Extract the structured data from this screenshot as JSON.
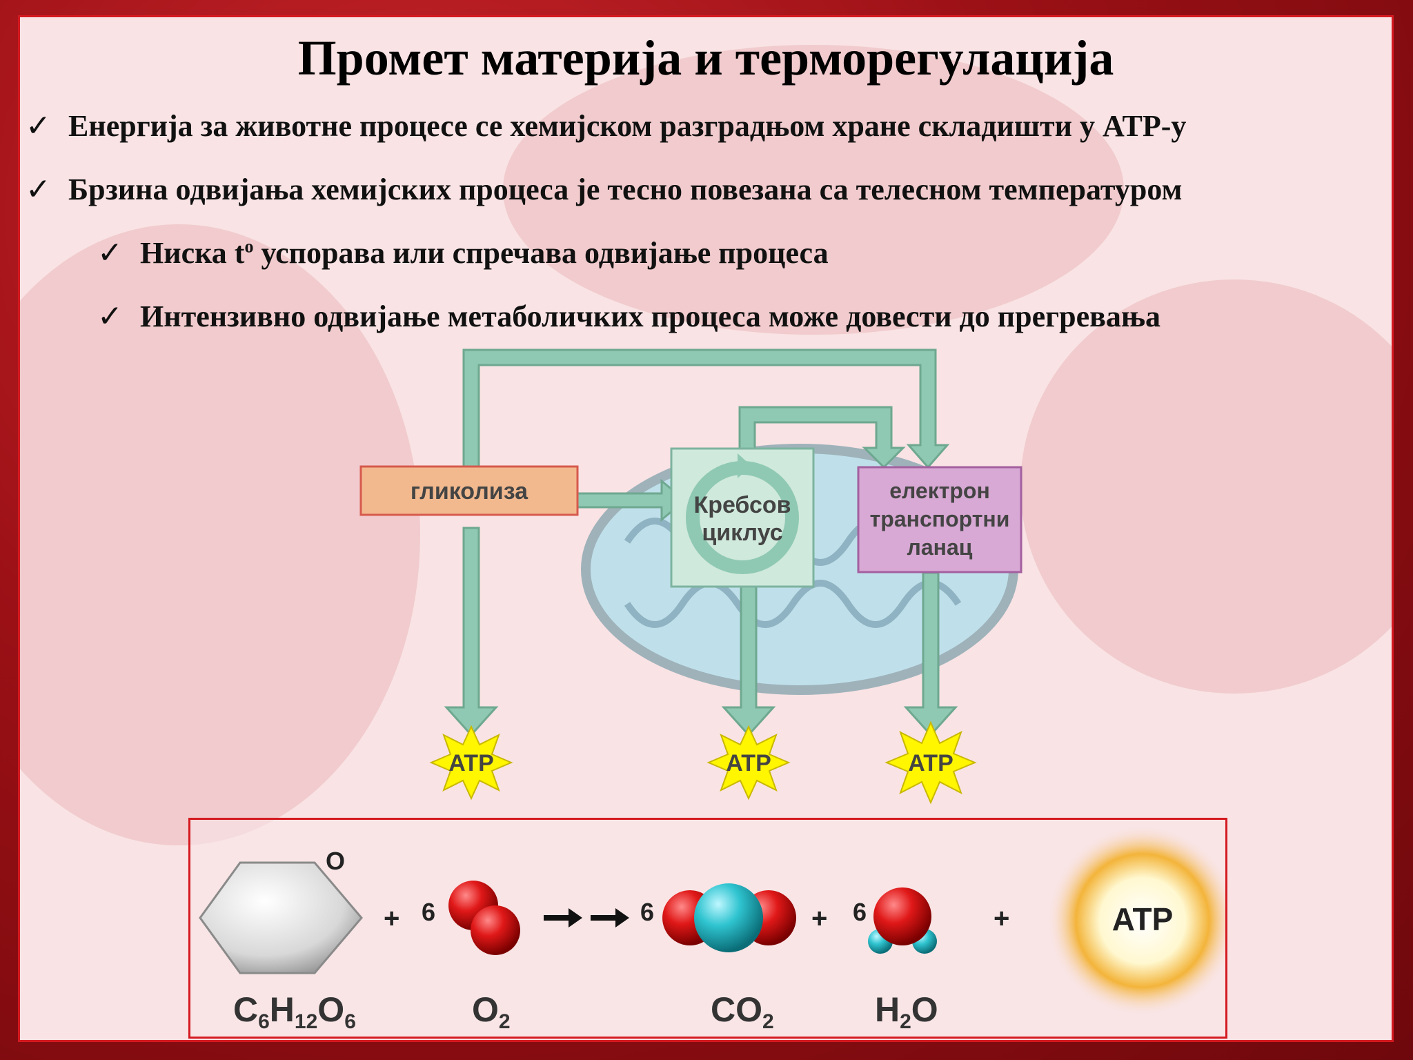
{
  "title": "Промет материја и терморегулација",
  "bullets": [
    "Енергија за животне процесе се хемијском разградњом хране складишти у ATP-у",
    "Брзина одвијања хемијских процеса је тесно повезана са телесном температуром"
  ],
  "sub_bullets": [
    {
      "pre": "Ниска t",
      "sup": "o",
      "post": " успорава или спречава одвијање процеса"
    },
    {
      "pre": "Интензивно одвијање метаболичких процеса може довести до прегревања",
      "sup": "",
      "post": ""
    }
  ],
  "check_glyph": "✓",
  "diagram": {
    "glycolysis": "гликолиза",
    "krebs_line1": "Кребсов",
    "krebs_line2": "циклус",
    "etc_line1": "електрон",
    "etc_line2": "транспортни",
    "etc_line3": "ланац",
    "atp": "ATP"
  },
  "equation": {
    "glucose_o": "O",
    "plus": "+",
    "six": "6",
    "atp": "ATP",
    "glucose_formula": {
      "a": "C",
      "s1": "6",
      "b": "H",
      "s2": "12",
      "c": "O",
      "s3": "6"
    },
    "o2_formula": {
      "a": "O",
      "s1": "2"
    },
    "co2_formula": {
      "a": "CO",
      "s1": "2"
    },
    "h2o_formula": {
      "a": "H",
      "s1": "2",
      "b": "O"
    }
  },
  "colors": {
    "accent_red": "#d41a20",
    "arrow_green": "#8fc9b3",
    "glycolysis_fill": "#f2b98f",
    "etc_fill": "#d8a9d4",
    "mito_fill": "#bfe0ea"
  }
}
